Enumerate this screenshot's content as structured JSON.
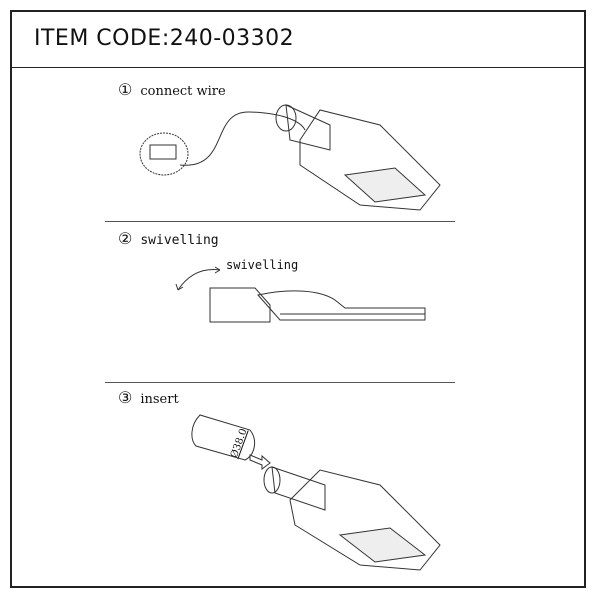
{
  "header": {
    "title": "ITEM CODE:240-03302"
  },
  "steps": [
    {
      "number": "①",
      "label": "connect wire"
    },
    {
      "number": "②",
      "label": "swivelling",
      "annotation": "swivelling"
    },
    {
      "number": "③",
      "label": "insert",
      "dimension": "Ø38.0"
    }
  ]
}
